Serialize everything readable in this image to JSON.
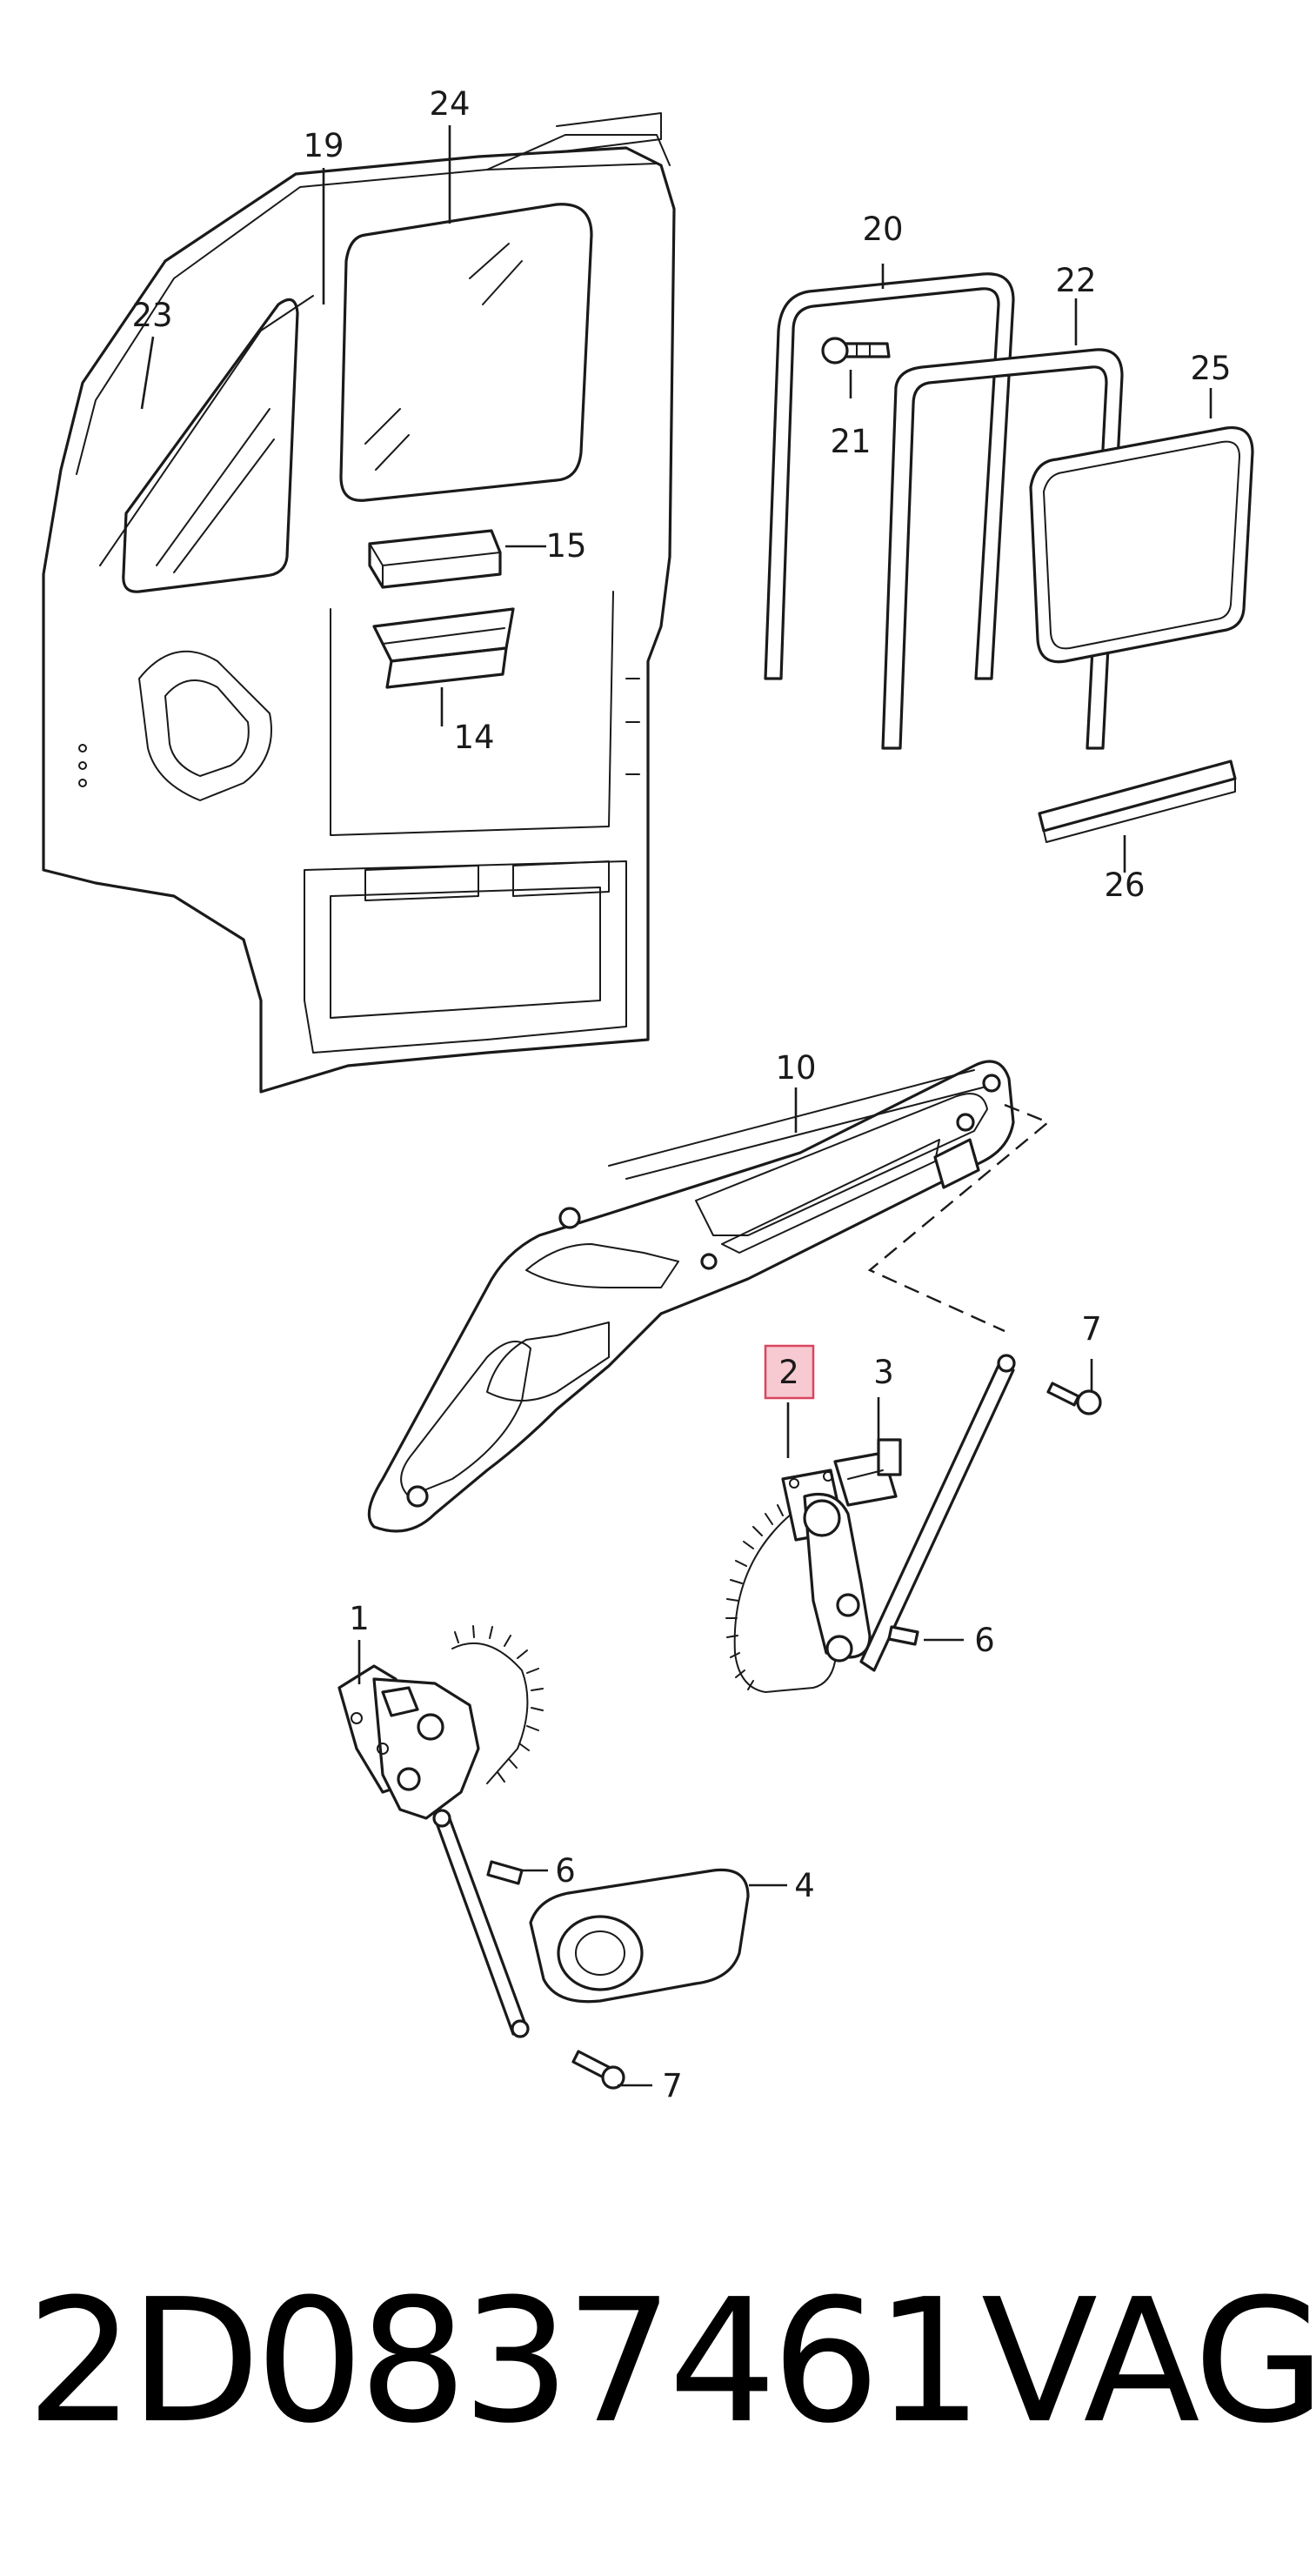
{
  "callouts": {
    "c1": "1",
    "c2": "2",
    "c3": "3",
    "c4": "4",
    "c6a": "6",
    "c6b": "6",
    "c7a": "7",
    "c7b": "7",
    "c10": "10",
    "c14": "14",
    "c15": "15",
    "c19": "19",
    "c20": "20",
    "c21": "21",
    "c22": "22",
    "c23": "23",
    "c24": "24",
    "c25": "25",
    "c26": "26"
  },
  "highlighted_callout": "2",
  "highlight_color": "#f7c9d0",
  "highlight_border": "#d9455f",
  "footer": {
    "part_number": "2D0837461",
    "brand": "VAG"
  }
}
